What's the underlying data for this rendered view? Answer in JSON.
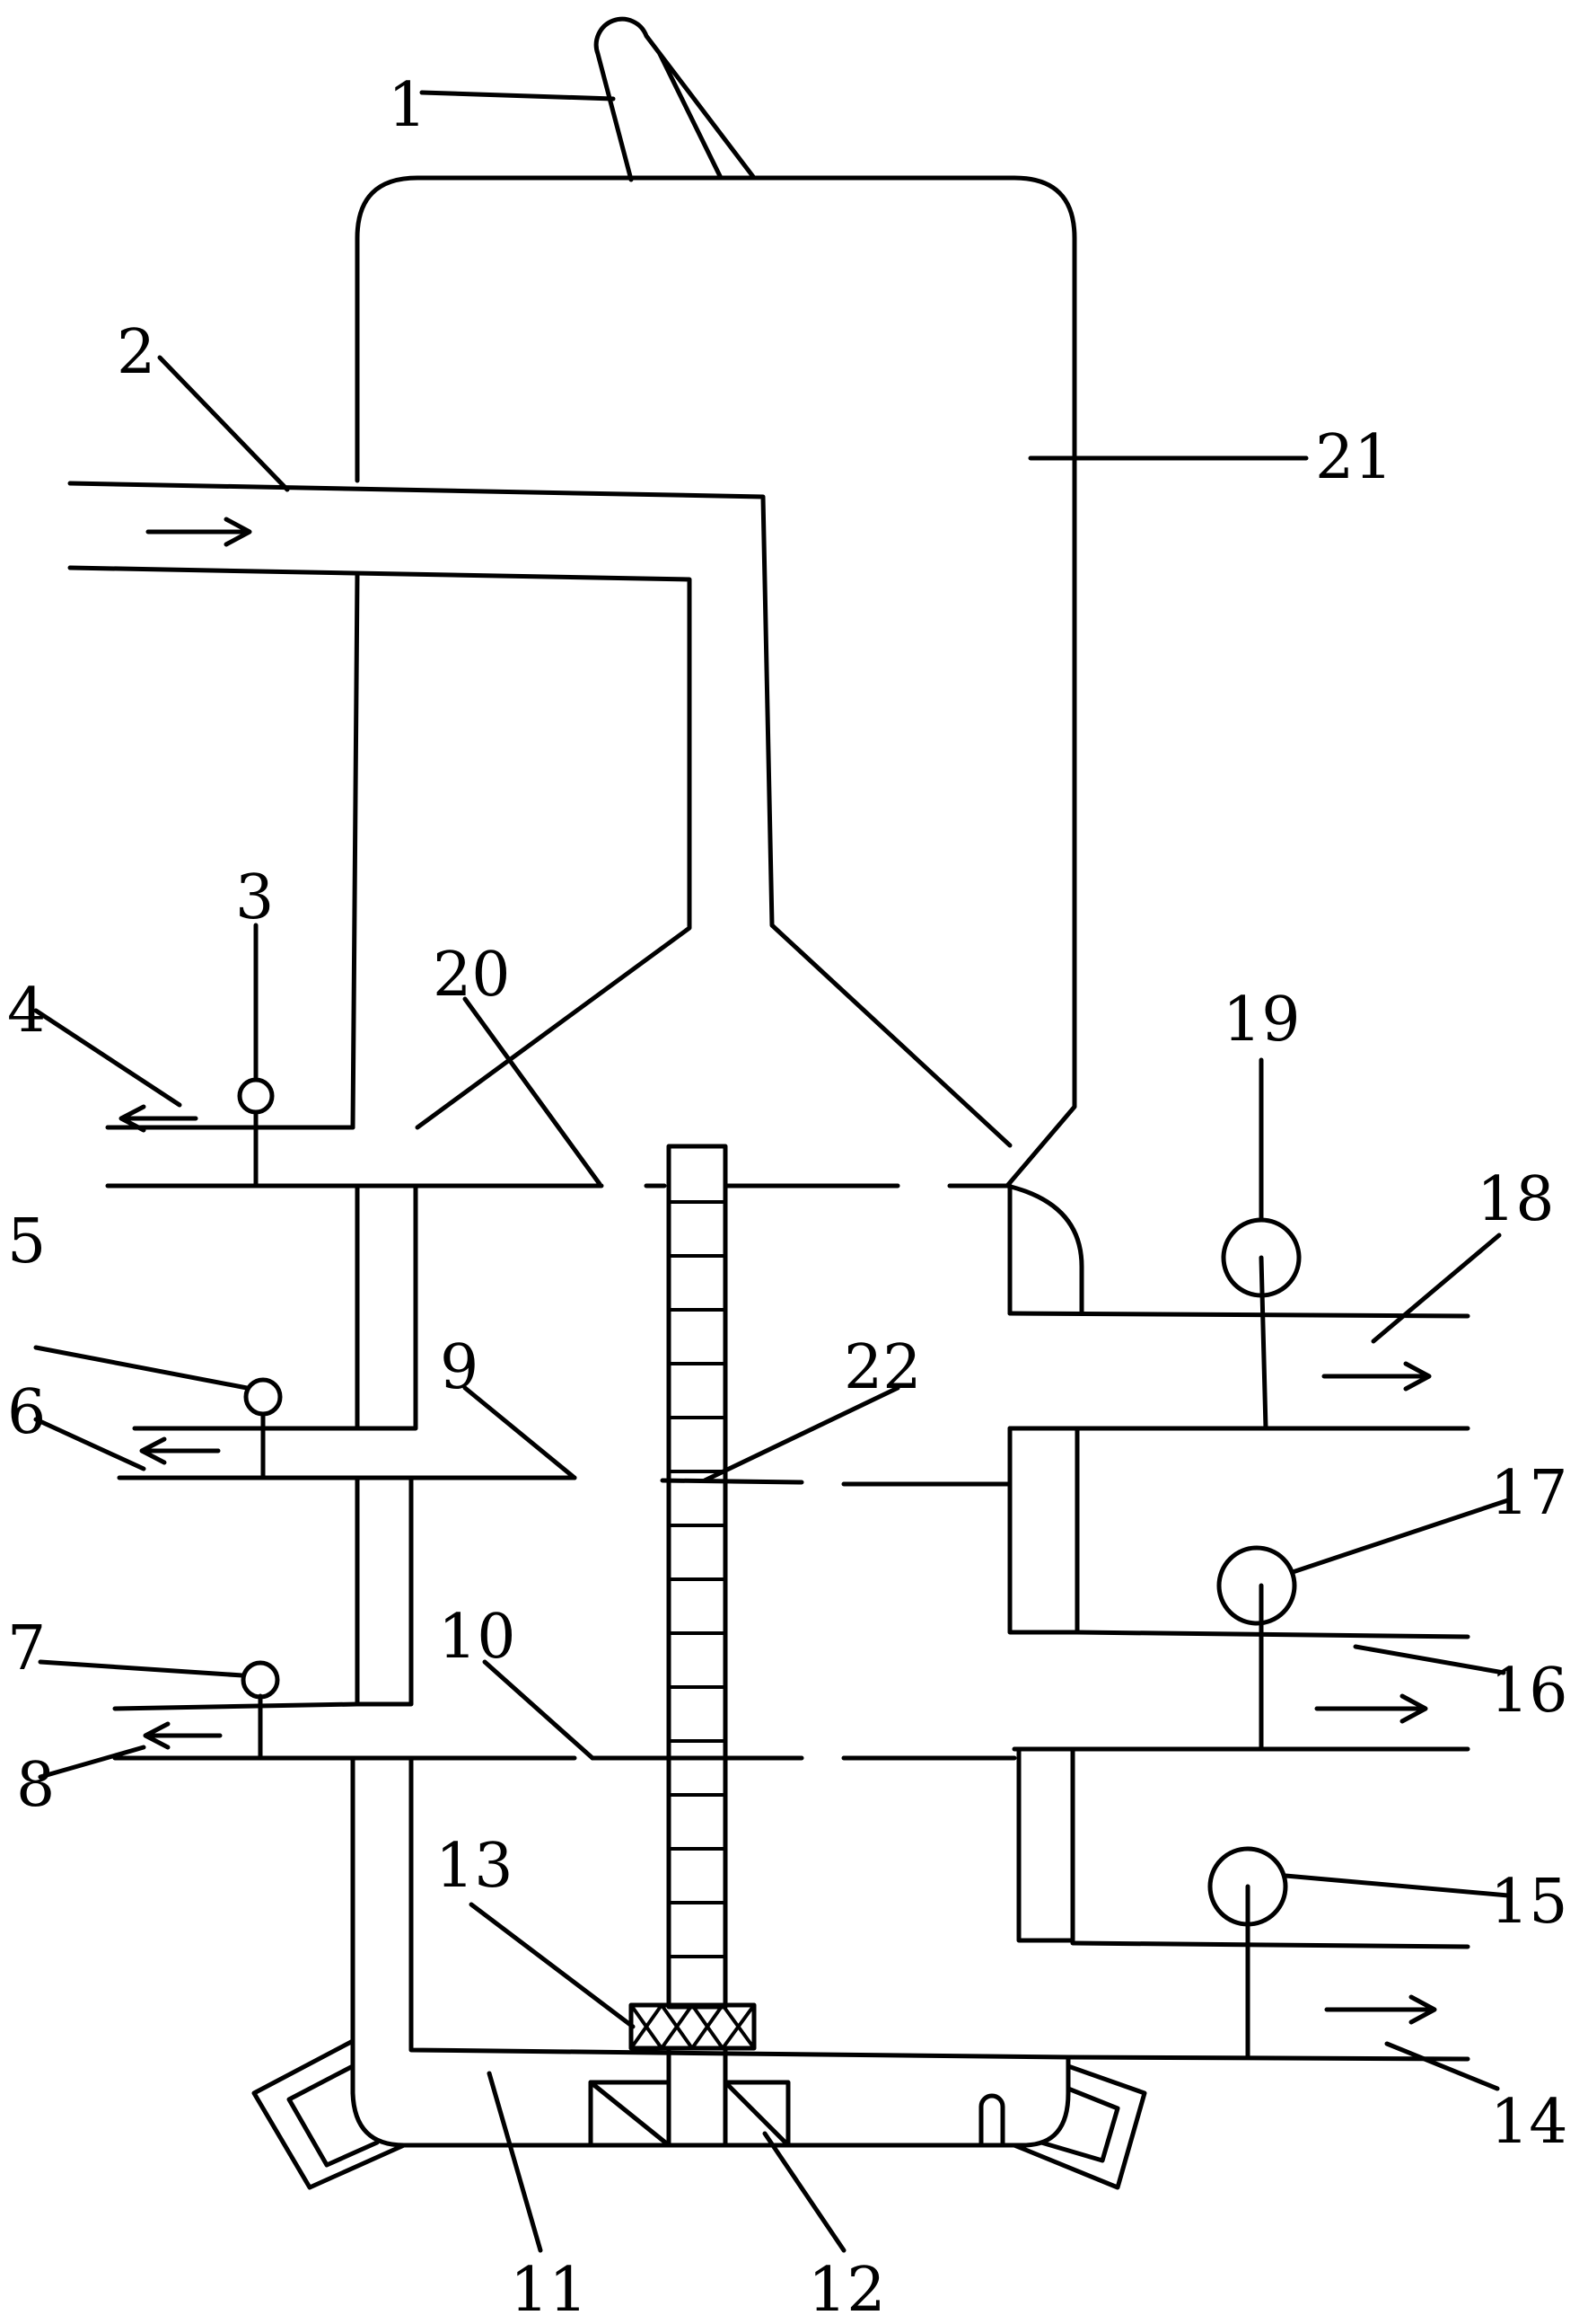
{
  "diagram": {
    "labels": {
      "l1": "1",
      "l2": "2",
      "l3": "3",
      "l4": "4",
      "l5": "5",
      "l6": "6",
      "l7": "7",
      "l8": "8",
      "l9": "9",
      "l10": "10",
      "l11": "11",
      "l12": "12",
      "l13": "13",
      "l14": "14",
      "l15": "15",
      "l16": "16",
      "l17": "17",
      "l18": "18",
      "l19": "19",
      "l20": "20",
      "l21": "21",
      "l22": "22"
    },
    "colors": {
      "stroke": "#000000",
      "background": "#ffffff"
    }
  }
}
